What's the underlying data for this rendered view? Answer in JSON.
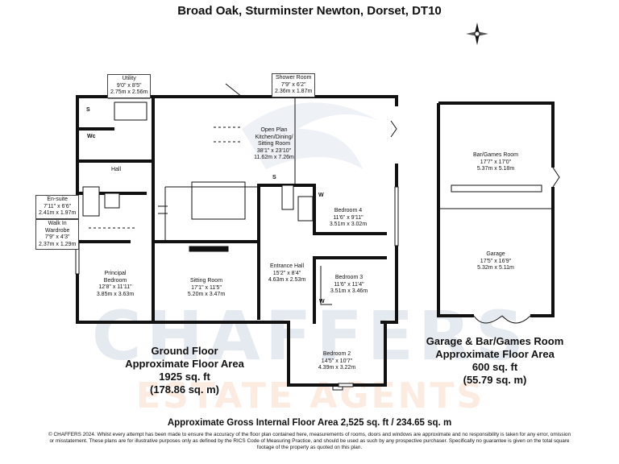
{
  "title": "Broad Oak, Sturminster Newton, Dorset, DT10",
  "watermark": {
    "line1": "CHAFFERS",
    "line2": "ESTATE AGENTS"
  },
  "rooms": {
    "utility": {
      "name": "Utility",
      "imperial": "9'0\" x 8'5\"",
      "metric": "2.75m x 2.56m"
    },
    "shower": {
      "name": "Shower Room",
      "imperial": "7'9\" x 6'2\"",
      "metric": "2.36m x 1.87m"
    },
    "kitchen": {
      "name": "Open Plan Kitchen/Dining/ Sitting Room",
      "line1": "Open Plan",
      "line2": "Kitchen/Dining/",
      "line3": "Sitting Room",
      "imperial": "38'1\" x 23'10\"",
      "metric": "11.62m x 7.26m"
    },
    "ensuite": {
      "name": "En-suite",
      "imperial": "7'11\" x 6'6\"",
      "metric": "2.41m x 1.97m"
    },
    "wardrobe": {
      "name": "Walk In Wardrobe",
      "line1": "Walk In",
      "line2": "Wardrobe",
      "imperial": "7'9\" x 4'3\"",
      "metric": "2.37m x 1.29m"
    },
    "principal": {
      "line1": "Principal",
      "line2": "Bedroom",
      "imperial": "12'8\" x 11'11\"",
      "metric": "3.85m x 3.63m"
    },
    "sitting": {
      "name": "Sitting Room",
      "imperial": "17'1\" x 11'5\"",
      "metric": "5.20m x 3.47m"
    },
    "entrance": {
      "name": "Entrance Hall",
      "imperial": "15'2\" x 8'4\"",
      "metric": "4.63m x 2.53m"
    },
    "bed4": {
      "name": "Bedroom 4",
      "imperial": "11'6\" x 9'11\"",
      "metric": "3.51m x 3.02m"
    },
    "bed3": {
      "name": "Bedroom 3",
      "imperial": "11'6\" x 11'4\"",
      "metric": "3.51m x 3.46m"
    },
    "bed2": {
      "name": "Bedroom 2",
      "imperial": "14'5\" x 10'7\"",
      "metric": "4.39m x 3.22m"
    },
    "hall": {
      "name": "Hall"
    },
    "bar": {
      "name": "Bar/Games Room",
      "imperial": "17'7\" x 17'0\"",
      "metric": "5.37m x 5.18m"
    },
    "garage": {
      "name": "Garage",
      "imperial": "17'5\" x 16'9\"",
      "metric": "5.32m x 5.11m"
    }
  },
  "markers": {
    "s": "S",
    "wc": "Wc",
    "w": "W"
  },
  "ground_floor": {
    "line1": "Ground Floor",
    "line2": "Approximate Floor Area",
    "line3": "1925 sq. ft",
    "line4": "(178.86 sq. m)"
  },
  "garage_floor": {
    "line1": "Garage & Bar/Games Room",
    "line2": "Approximate Floor Area",
    "line3": "600 sq. ft",
    "line4": "(55.79 sq. m)"
  },
  "gross": "Approximate Gross Internal Floor Area 2,525 sq. ft / 234.65 sq. m",
  "disclaimer": "© CHAFFERS 2024. Whilst every attempt has been made to ensure the accuracy of the floor plan contained here, measurements of rooms, doors and windows are approximate and no responsibility is taken for any error, omission or misstatement. These plans are for illustrative purposes only as defined by the RICS Code of Measuring Practice, and should be used as such by any prospective purchaser. Specifically no guarantee is given on the total square footage of the property as quoted on this plan.",
  "compass_icon": "compass-icon"
}
